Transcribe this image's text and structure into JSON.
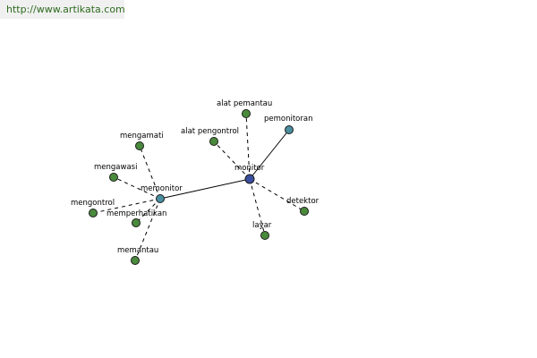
{
  "header": {
    "url": "http://www.artikata.com"
  },
  "colors": {
    "center_node": "#3a4fa0",
    "hub_node": "#4a8ea0",
    "leaf_node": "#4a8a3c",
    "node_stroke": "#1a1a1a",
    "url_text": "#2e6b1f",
    "url_bar": "#f0f0f0"
  },
  "diagram": {
    "nodes": [
      {
        "id": "monitor",
        "label": "monitor",
        "kind": "center"
      },
      {
        "id": "memonitor",
        "label": "memonitor",
        "kind": "hub"
      },
      {
        "id": "pemonitoran",
        "label": "pemonitoran",
        "kind": "hub"
      },
      {
        "id": "alat-pemantau",
        "label": "alat pemantau",
        "kind": "leaf"
      },
      {
        "id": "alat-pengontrol",
        "label": "alat pengontrol",
        "kind": "leaf"
      },
      {
        "id": "detektor",
        "label": "detektor",
        "kind": "leaf"
      },
      {
        "id": "layar",
        "label": "layar",
        "kind": "leaf"
      },
      {
        "id": "mengamati",
        "label": "mengamati",
        "kind": "leaf"
      },
      {
        "id": "mengawasi",
        "label": "mengawasi",
        "kind": "leaf"
      },
      {
        "id": "mengontrol",
        "label": "mengontrol",
        "kind": "leaf"
      },
      {
        "id": "memperhatikan",
        "label": "memperhatikan",
        "kind": "leaf"
      },
      {
        "id": "memantau",
        "label": "memantau",
        "kind": "leaf"
      }
    ],
    "edges": [
      {
        "from": "monitor",
        "to": "memonitor",
        "style": "solid"
      },
      {
        "from": "monitor",
        "to": "pemonitoran",
        "style": "solid"
      },
      {
        "from": "monitor",
        "to": "alat-pemantau",
        "style": "dashed"
      },
      {
        "from": "monitor",
        "to": "alat-pengontrol",
        "style": "dashed"
      },
      {
        "from": "monitor",
        "to": "detektor",
        "style": "dashed"
      },
      {
        "from": "monitor",
        "to": "layar",
        "style": "dashed"
      },
      {
        "from": "memonitor",
        "to": "mengamati",
        "style": "dashed"
      },
      {
        "from": "memonitor",
        "to": "mengawasi",
        "style": "dashed"
      },
      {
        "from": "memonitor",
        "to": "mengontrol",
        "style": "dashed"
      },
      {
        "from": "memonitor",
        "to": "memperhatikan",
        "style": "dashed"
      },
      {
        "from": "memonitor",
        "to": "memantau",
        "style": "dashed"
      }
    ]
  }
}
